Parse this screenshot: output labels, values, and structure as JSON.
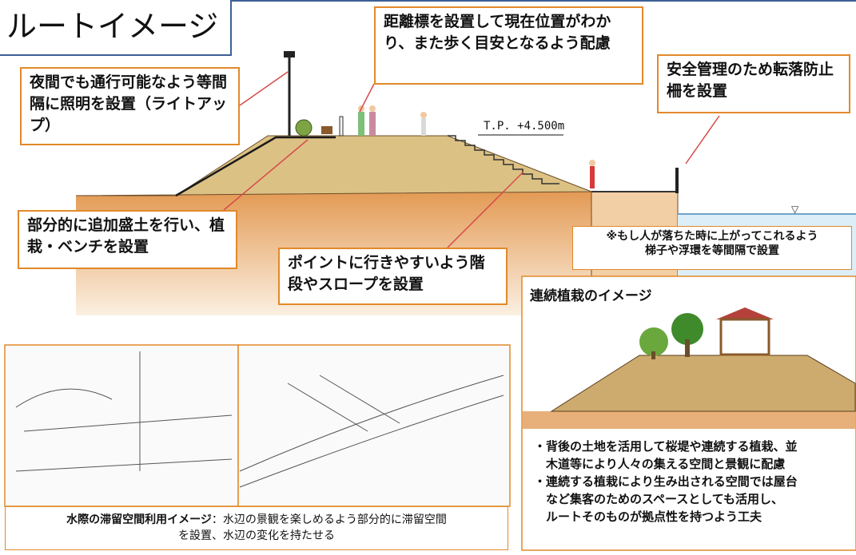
{
  "title": "ルートイメージ",
  "elevation_label": "T.P. +4.500m",
  "callouts": {
    "lighting": "夜間でも通行可能なよう等間隔に照明を設置（ライトアップ）",
    "distance_marker": "距離標を設置して現在位置がわかり、また歩く目安となるよう配慮",
    "fence": "安全管理のため転落防止柵を設置",
    "planting": "部分的に追加盛土を行い、植栽・ベンチを設置",
    "stairs": "ポイントに行きやすいよう階段やスロープを設置",
    "ladder_note_1": "※もし人が落ちた時に上がってこれるよう",
    "ladder_note_2": "梯子や浮環を等間隔で設置"
  },
  "planting_panel": {
    "title": "連続植栽のイメージ",
    "bullets": [
      "・背後の土地を活用して桜堤や連続する植栽、並",
      "　木道等により人々の集える空間と景観に配慮",
      "・連続する植栽により生み出される空間では屋台",
      "　など集客のためのスペースとしても活用し、",
      "　ルートそのものが拠点性を持つよう工夫"
    ]
  },
  "waterside": {
    "caption_label": "水際の滞留空間利用イメージ",
    "caption_line1": "：水辺の景観を楽しめるよう部分的に滞留空間",
    "caption_line2": "を設置、水辺の変化を持たせる"
  },
  "colors": {
    "accent_border": "#e2892a",
    "title_border": "#3d5f96",
    "embankment": "#dcc184",
    "ground": "#e9a660",
    "water": "#dceef8",
    "arrow": "#d64a4a"
  }
}
